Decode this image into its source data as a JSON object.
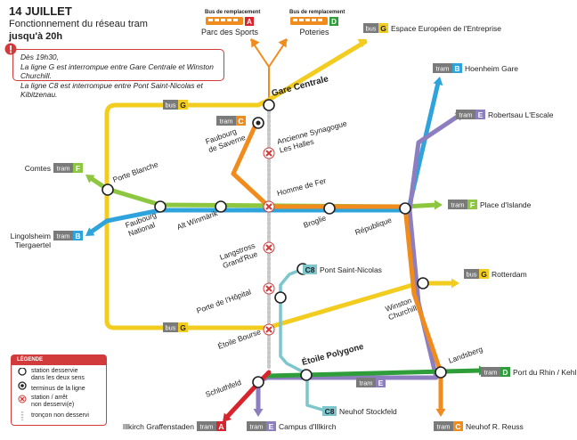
{
  "header": {
    "date": "14 JUILLET",
    "subtitle": "Fonctionnement du réseau tram",
    "time": "jusqu'à 20h"
  },
  "notice": {
    "line1": "Dès 19h30,",
    "line2": "La ligne G est interrompue entre Gare Centrale et Winston Churchill.",
    "line3": "La ligne C8 est interrompue entre Pont Saint-Nicolas et Kibitzenau."
  },
  "colors": {
    "A": "#d8242c",
    "B": "#2ea3dc",
    "C": "#f08c1d",
    "D": "#2f9e3a",
    "E": "#8d7fbf",
    "F": "#8dc63f",
    "G": "#f2cc1f",
    "C8": "#7cc6cc",
    "badge_gray": "#7a7a7a",
    "closed_red": "#d23b3b"
  },
  "replacement_buses": [
    {
      "label": "Bus de remplacement",
      "line": "A",
      "stop": "Parc des Sports"
    },
    {
      "label": "Bus de remplacement",
      "line": "D",
      "stop": "Poteries"
    }
  ],
  "stations": {
    "gare_centrale": "Gare Centrale",
    "ancienne_synagogue": "Ancienne Synagogue\nLes Halles",
    "faubourg_saverne": "Faubourg\nde Saverne",
    "homme_de_fer": "Homme de Fer",
    "porte_blanche": "Porte Blanche",
    "faubourg_national": "Faubourg\nNational",
    "alt_winmarik": "Alt Winmärik",
    "broglie": "Broglie",
    "republique": "République",
    "langstross": "Langstross\nGrand'Rue",
    "porte_hopital": "Porte de l'Hôpital",
    "etoile_bourse": "Étoile Bourse",
    "etoile_polygone": "Étoile Polygone",
    "winston_churchill": "Winston\nChurchill",
    "landsberg": "Landsberg",
    "schluthfeld": "Schluthfeld"
  },
  "terminals": [
    {
      "mode": "bus",
      "line": "G",
      "name": "Espace Européen de l'Entreprise"
    },
    {
      "mode": "tram",
      "line": "B",
      "name": "Hoenheim Gare"
    },
    {
      "mode": "tram",
      "line": "E",
      "name": "Robertsau L'Escale"
    },
    {
      "mode": "tram",
      "line": "F",
      "name": "Comtes"
    },
    {
      "mode": "tram",
      "line": "B",
      "name": "Lingolsheim\nTiergaertel"
    },
    {
      "mode": "tram",
      "line": "F",
      "name": "Place d'Islande"
    },
    {
      "mode": "",
      "line": "C8",
      "name": "Pont Saint-Nicolas"
    },
    {
      "mode": "bus",
      "line": "G",
      "name": "Rotterdam"
    },
    {
      "mode": "tram",
      "line": "D",
      "name": "Port du Rhin / Kehl Rathaus"
    },
    {
      "mode": "",
      "line": "C8",
      "name": "Neuhof Stockfeld"
    },
    {
      "mode": "tram",
      "line": "A",
      "name": "Illkirch Graffenstaden"
    },
    {
      "mode": "tram",
      "line": "E",
      "name": "Campus d'Illkirch"
    },
    {
      "mode": "tram",
      "line": "C",
      "name": "Neuhof R. Reuss"
    }
  ],
  "inline_badges": [
    {
      "mode": "bus",
      "line": "G"
    },
    {
      "mode": "tram",
      "line": "C"
    },
    {
      "mode": "bus",
      "line": "G"
    },
    {
      "mode": "tram",
      "line": "E"
    }
  ],
  "legend": {
    "title": "LÉGENDE",
    "served": "station desservie\ndans les deux sens",
    "terminus": "terminus de la ligne",
    "closed": "station / arrêt\nnon desservi(e)",
    "unserved": "tronçon non desservi"
  }
}
